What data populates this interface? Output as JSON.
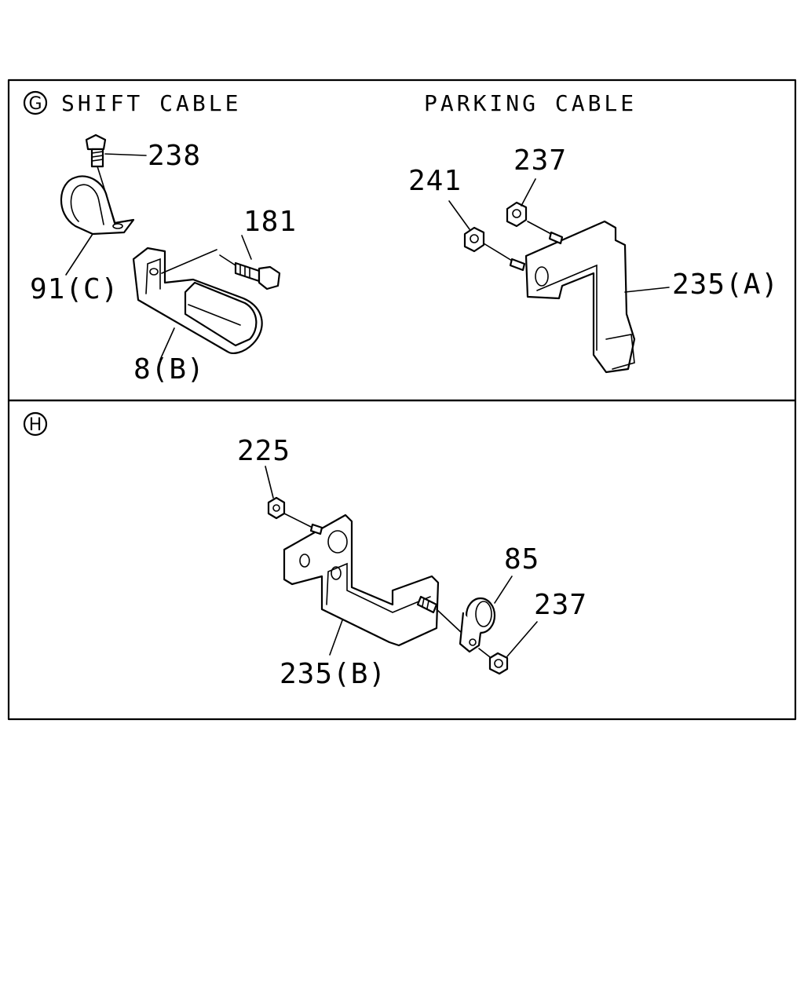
{
  "panel_g": {
    "section_letter": "G",
    "title_left": "SHIFT CABLE",
    "title_right": "PARKING CABLE",
    "labels": {
      "p238": "238",
      "p181": "181",
      "p91c": "91(C)",
      "p8b": "8(B)",
      "p237": "237",
      "p241": "241",
      "p235a": "235(A)"
    }
  },
  "panel_h": {
    "section_letter": "H",
    "labels": {
      "p225": "225",
      "p85": "85",
      "p237": "237",
      "p235b": "235(B)"
    }
  }
}
